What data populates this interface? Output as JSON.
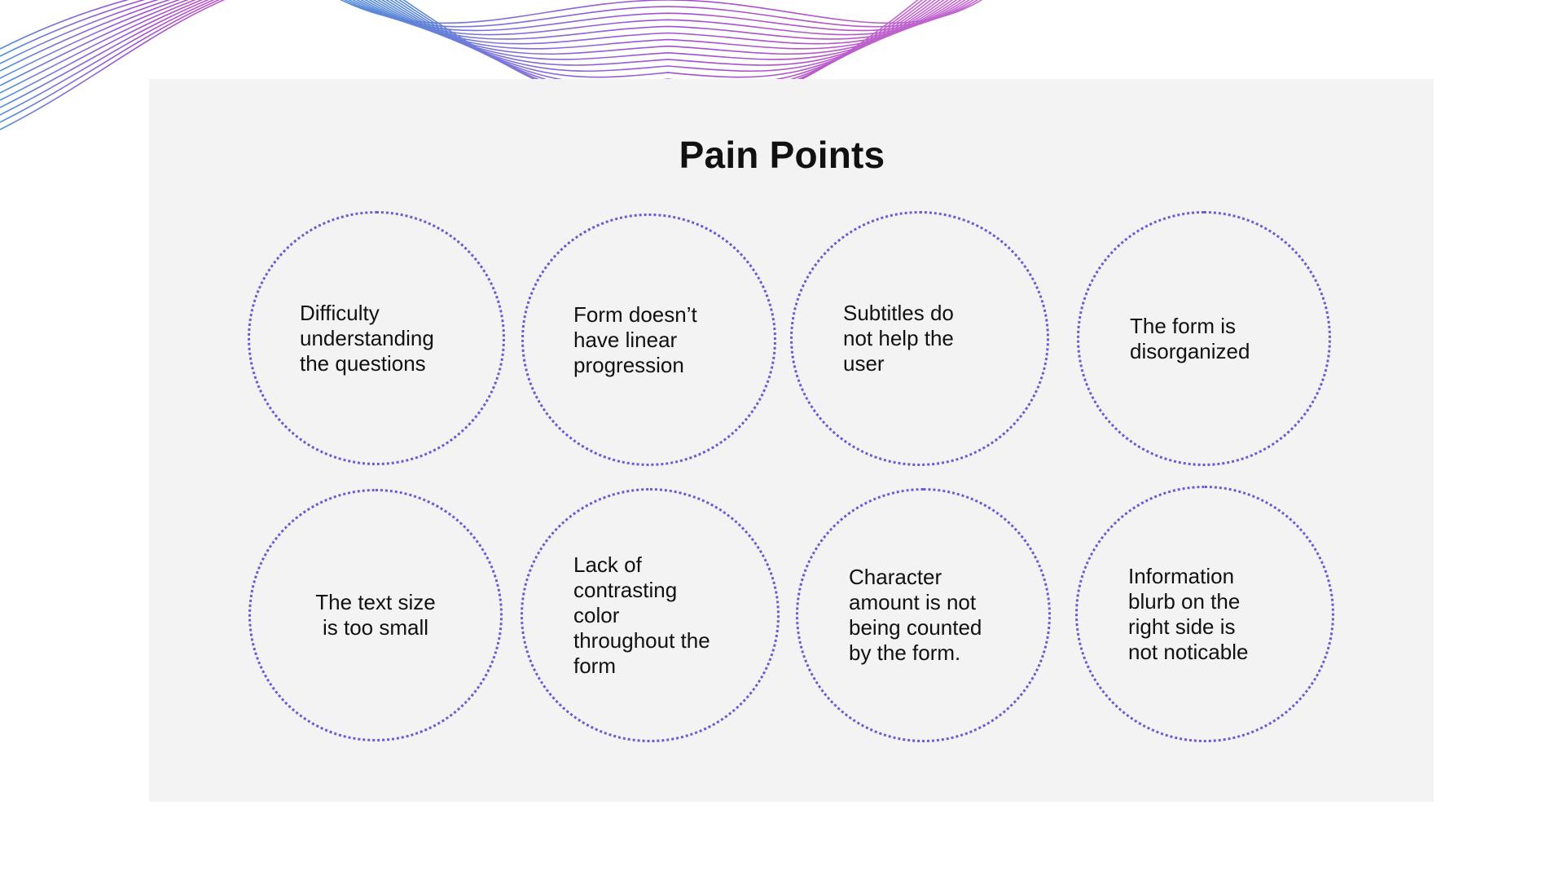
{
  "title": "Pain Points",
  "accent_color": "#6a5ad8",
  "pain_points": [
    {
      "text": "Difficulty\nunderstanding\nthe questions"
    },
    {
      "text": "Form doesn’t\nhave linear\nprogression"
    },
    {
      "text": "Subtitles do\nnot help the\nuser"
    },
    {
      "text": "The form is\ndisorganized"
    },
    {
      "text": "The text size\nis too small"
    },
    {
      "text": "Lack of\ncontrasting\ncolor\nthroughout the\nform"
    },
    {
      "text": "Character\namount is not\nbeing counted\nby the form."
    },
    {
      "text": "Information\nblurb on the\nright side is\nnot noticable"
    }
  ]
}
